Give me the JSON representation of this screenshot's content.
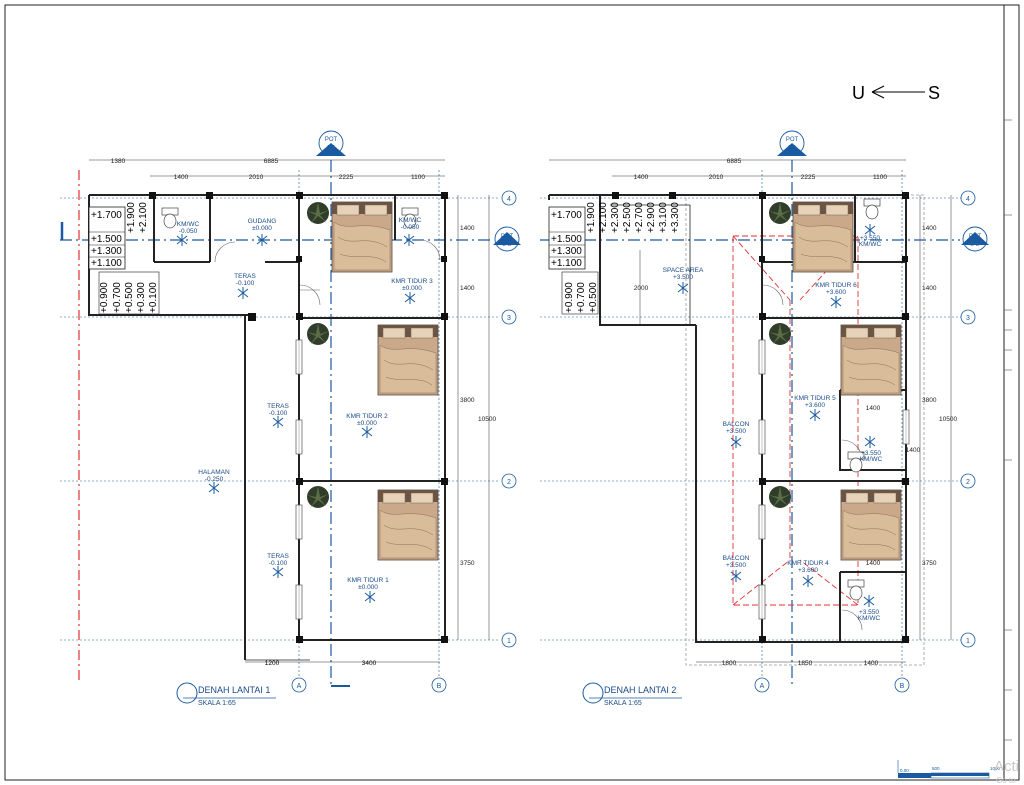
{
  "north": {
    "left": "U",
    "right": "S"
  },
  "pot_label": "POT",
  "section_a": "A-A",
  "section_b": "B-B",
  "plan1": {
    "title": "DENAH LANTAI 1",
    "scale": "SKALA 1:65",
    "top_dims": [
      "1380",
      "1400",
      "2010",
      "6885",
      "2225",
      "1100"
    ],
    "bottom_dims": [
      "1200",
      "3400"
    ],
    "right_total": "10500",
    "right_dims": [
      "1400",
      "1400",
      "3800",
      "3750"
    ],
    "levels_h": [
      "+1.700",
      "+1.500",
      "+1.300",
      "+1.100"
    ],
    "levels_vt": [
      "+1.900",
      "+2.100"
    ],
    "levels_vb": [
      "+0.900",
      "+0.700",
      "+0.500",
      "+0.300",
      "+0.100"
    ],
    "rooms": [
      {
        "name": "KM/WC",
        "level": "-0.050"
      },
      {
        "name": "GUDANG",
        "level": "±0.000"
      },
      {
        "name": "KM/WC",
        "level": "-0.050"
      },
      {
        "name": "KMR TIDUR 3",
        "level": "±0.000"
      },
      {
        "name": "TERAS",
        "level": "-0.100"
      },
      {
        "name": "TERAS",
        "level": "-0.100"
      },
      {
        "name": "KMR TIDUR 2",
        "level": "±0.000"
      },
      {
        "name": "HALAMAN",
        "level": "-0.250"
      },
      {
        "name": "TERAS",
        "level": "-0.100"
      },
      {
        "name": "KMR TIDUR 1",
        "level": "±0.000"
      }
    ]
  },
  "plan2": {
    "title": "DENAH LANTAI 2",
    "scale": "SKALA 1:65",
    "top_dims": [
      "1400",
      "2010",
      "6885",
      "2225",
      "1100"
    ],
    "bottom_dims": [
      "1800",
      "1850",
      "1400"
    ],
    "right_total": "10500",
    "right_dims": [
      "1400",
      "1400",
      "3800",
      "3750"
    ],
    "inner_dims": [
      "1400",
      "1400",
      "1400"
    ],
    "left_dim": "2000",
    "levels_h": [
      "+1.700",
      "+1.500",
      "+1.300",
      "+1.100"
    ],
    "levels_vt": [
      "+1.900",
      "+2.100",
      "+2.300",
      "+2.500",
      "+2.700",
      "+2.900",
      "+3.100",
      "+3.300"
    ],
    "levels_vb": [
      "+0.900",
      "+0.700",
      "+0.500"
    ],
    "rooms": [
      {
        "name": "SPACE AREA",
        "level": "+3.500"
      },
      {
        "name": "KM/WC",
        "level": "+3.550"
      },
      {
        "name": "KMR TIDUR 6",
        "level": "+3.600"
      },
      {
        "name": "BALCON",
        "level": "+3.500"
      },
      {
        "name": "KMR TIDUR 5",
        "level": "+3.600"
      },
      {
        "name": "KM/WC",
        "level": "+3.550"
      },
      {
        "name": "BALCON",
        "level": "+3.500"
      },
      {
        "name": "KMR TIDUR 4",
        "level": "+3.600"
      },
      {
        "name": "KM/WC",
        "level": "+3.550"
      }
    ]
  },
  "grid_rows": [
    "4",
    "3",
    "2",
    "1"
  ],
  "grid_cols": [
    "A",
    "B"
  ],
  "scalebar": [
    "0,00",
    "500",
    "1000"
  ],
  "watermark": "Acti",
  "watermark2": "Go to"
}
